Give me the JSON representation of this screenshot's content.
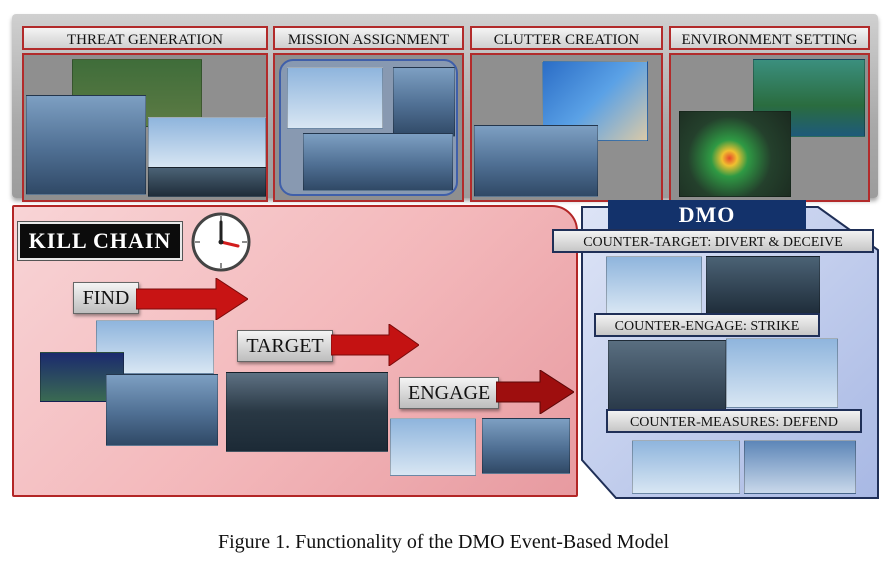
{
  "top_stages": [
    {
      "label": "THREAT GENERATION"
    },
    {
      "label": "MISSION ASSIGNMENT"
    },
    {
      "label": "CLUTTER CREATION"
    },
    {
      "label": "ENVIRONMENT SETTING"
    }
  ],
  "kill_chain": {
    "title": "KILL CHAIN",
    "steps": [
      {
        "label": "FIND"
      },
      {
        "label": "TARGET"
      },
      {
        "label": "ENGAGE"
      }
    ]
  },
  "dmo": {
    "title": "DMO",
    "countermeasures": [
      {
        "label": "COUNTER-TARGET: DIVERT & DECEIVE"
      },
      {
        "label": "COUNTER-ENGAGE: STRIKE"
      },
      {
        "label": "COUNTER-MEASURES: DEFEND"
      }
    ]
  },
  "caption": "Figure 1.  Functionality of the DMO Event-Based Model",
  "colors": {
    "stage_border": "#b22b2b",
    "kill_chain_fill": "#f3b7ba",
    "arrow_red": "#c81414",
    "dmo_navy": "#13326b",
    "dmo_fill": "#b9c6ea"
  }
}
